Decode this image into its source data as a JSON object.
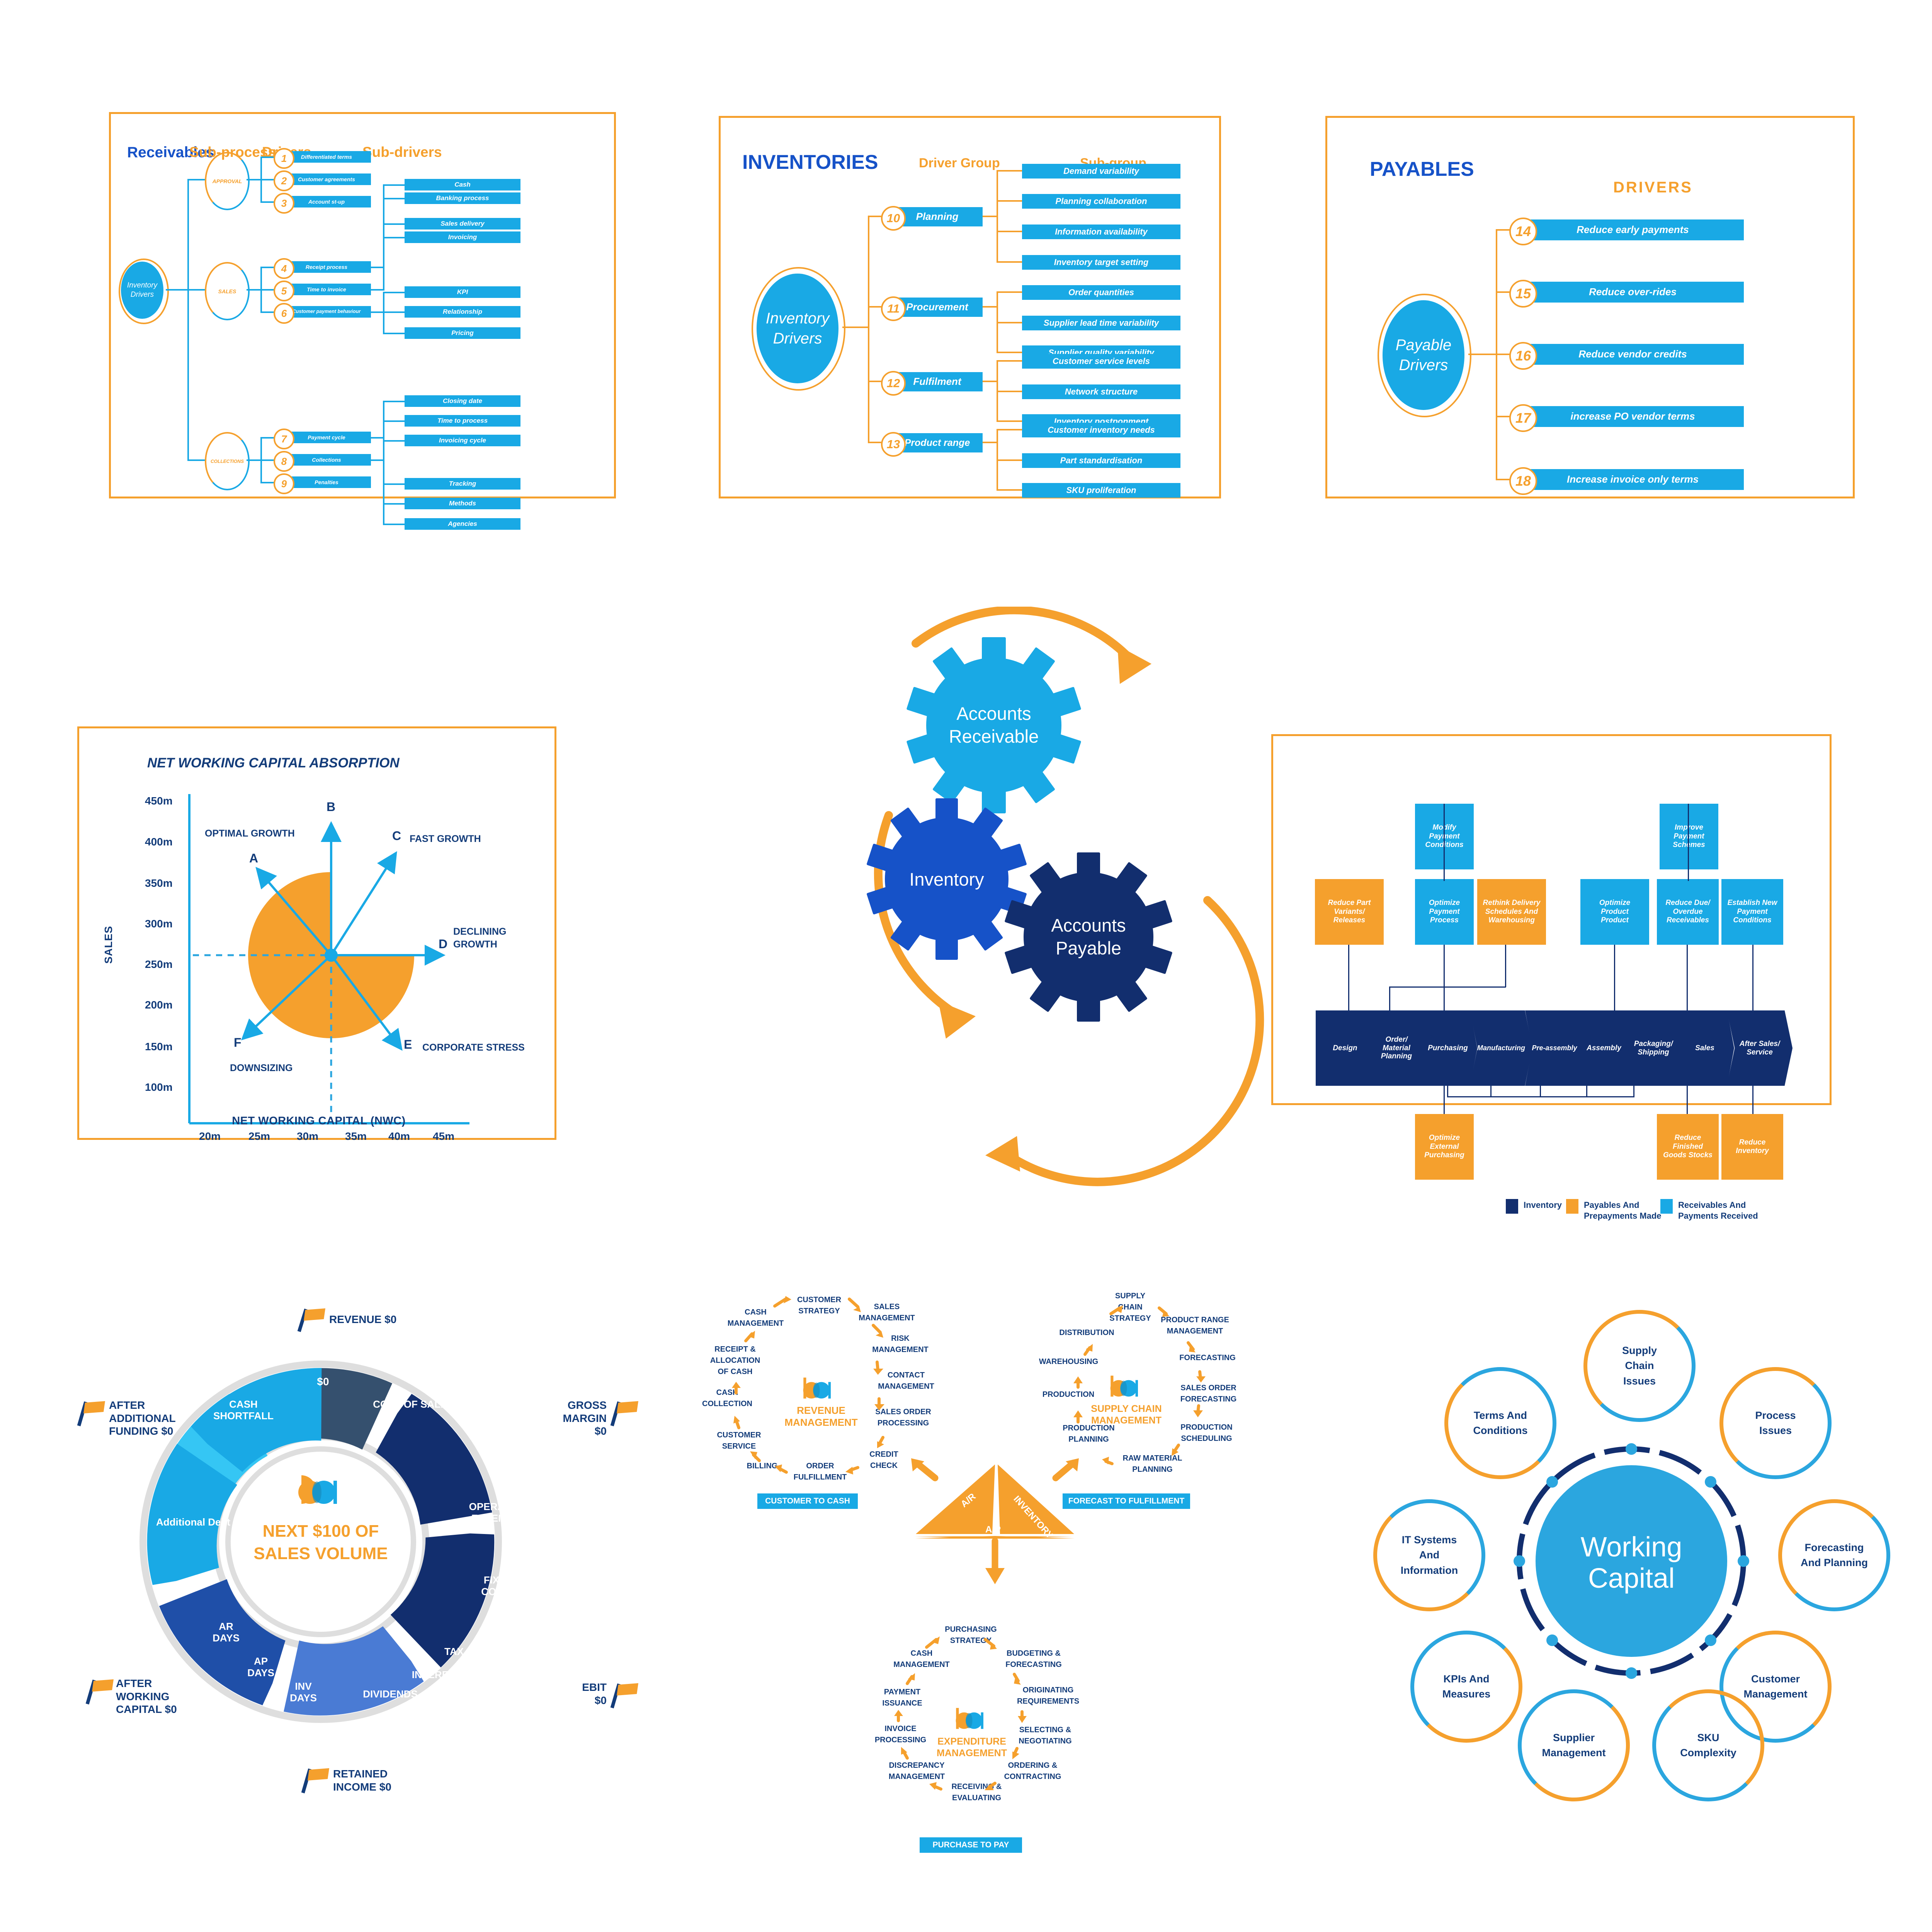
{
  "colors": {
    "orange": "#F5A02D",
    "lightblue": "#19A9E5",
    "midblue": "#1652C8",
    "navy": "#122E6E",
    "darkslate": "#35506E",
    "royal": "#1F4FA8",
    "periwinkle": "#4A7BD4",
    "cyan": "#35C6F4",
    "grey": "#DEDEDE"
  },
  "receivables": {
    "title": "Receivables",
    "col_headers": [
      "Sub-process",
      "Drivers",
      "Sub-drivers"
    ],
    "root": "Inventory\nDrivers",
    "root_line1": "Inventory",
    "root_line2": "Drivers",
    "subprocesses": [
      "APPROVAL",
      "SALES",
      "COLLECTIONS"
    ],
    "drivers": [
      {
        "n": "1",
        "label": "Differentiated terms"
      },
      {
        "n": "2",
        "label": "Customer agreements"
      },
      {
        "n": "3",
        "label": "Account st-up"
      },
      {
        "n": "4",
        "label": "Receipt process"
      },
      {
        "n": "5",
        "label": "Time to invoice"
      },
      {
        "n": "6",
        "label": "Customer payment behaviour"
      },
      {
        "n": "7",
        "label": "Payment cycle"
      },
      {
        "n": "8",
        "label": "Collections"
      },
      {
        "n": "9",
        "label": "Penalties"
      }
    ],
    "subdrivers_g1": [
      "Cash",
      "Banking process"
    ],
    "subdrivers_g2": [
      "Sales delivery",
      "Invoicing"
    ],
    "subdrivers_g3": [
      "KPI",
      "Relationship",
      "Pricing"
    ],
    "subdrivers_g4": [
      "Closing date",
      "Time to process",
      "Invoicing cycle"
    ],
    "subdrivers_g5": [
      "Tracking",
      "Methods",
      "Agencies"
    ]
  },
  "inventories": {
    "title": "INVENTORIES",
    "col_headers": [
      "Driver Group",
      "Sub-group"
    ],
    "root_line1": "Inventory",
    "root_line2": "Drivers",
    "groups": [
      {
        "n": "10",
        "label": "Planning",
        "subs": [
          "Demand variability",
          "Planning collaboration",
          "Information availability",
          "Inventory target setting"
        ]
      },
      {
        "n": "11",
        "label": "Procurement",
        "subs": [
          "Order quantities",
          "Supplier lead time variability",
          "Supplier quality variability"
        ]
      },
      {
        "n": "12",
        "label": "Fulfilment",
        "subs": [
          "Customer service levels",
          "Network structure",
          "Inventory postponment"
        ]
      },
      {
        "n": "13",
        "label": "Product range",
        "subs": [
          "Customer inventory needs",
          "Part standardisation",
          "SKU proliferation"
        ]
      }
    ]
  },
  "payables": {
    "title": "PAYABLES",
    "col_header": "DRIVERS",
    "root_line1": "Payable",
    "root_line2": "Drivers",
    "drivers": [
      {
        "n": "14",
        "label": "Reduce early payments"
      },
      {
        "n": "15",
        "label": "Reduce over-rides"
      },
      {
        "n": "16",
        "label": "Reduce vendor credits"
      },
      {
        "n": "17",
        "label": "increase PO vendor terms"
      },
      {
        "n": "18",
        "label": "Increase invoice only terms"
      }
    ]
  },
  "chart_data": {
    "type": "scatter",
    "title": "NET WORKING CAPITAL ABSORPTION",
    "xlabel": "NET WORKING CAPITAL (NWC)",
    "ylabel": "SALES",
    "xticks": [
      "20m",
      "25m",
      "30m",
      "35m",
      "40m",
      "45m"
    ],
    "yticks": [
      "450m",
      "400m",
      "350m",
      "300m",
      "250m",
      "200m",
      "150m",
      "100m"
    ],
    "xlim": [
      17.5,
      47.5
    ],
    "ylim": [
      75,
      475
    ],
    "origin": {
      "x": 33,
      "y": 275
    },
    "vectors": [
      {
        "id": "A",
        "label": "OPTIMAL GROWTH",
        "angle_deg": 135
      },
      {
        "id": "B",
        "label": "",
        "angle_deg": 90
      },
      {
        "id": "C",
        "label": "FAST GROWTH",
        "angle_deg": 45
      },
      {
        "id": "D",
        "label": "DECLINING GROWTH",
        "angle_deg": 0
      },
      {
        "id": "E",
        "label": "CORPORATE STRESS",
        "angle_deg": -45
      },
      {
        "id": "F",
        "label": "DOWNSIZING",
        "angle_deg": -135
      }
    ],
    "shaded_region": "orange three-quarter disc spanning 90deg to 360deg (clockwise from B through A, F, E to D)"
  },
  "gears": {
    "items": [
      {
        "id": "accounts-receivable",
        "line1": "Accounts",
        "line2": "Receivable",
        "color": "#19A9E5"
      },
      {
        "id": "inventory",
        "line1": "Inventory",
        "line2": "",
        "color": "#1652C8"
      },
      {
        "id": "accounts-payable",
        "line1": "Accounts",
        "line2": "Payable",
        "color": "#122E6E"
      }
    ]
  },
  "supply_chain": {
    "stages": [
      "Design",
      "Order/\nMaterial\nPlanning",
      "Purchasing",
      "Manufacturing",
      "Pre-assembly",
      "Assembly",
      "Packaging/\nShipping",
      "Sales",
      "After Sales/\nService"
    ],
    "stage_list": [
      {
        "l1": "Design",
        "l2": "",
        "l3": ""
      },
      {
        "l1": "Order/",
        "l2": "Material",
        "l3": "Planning"
      },
      {
        "l1": "Purchasing",
        "l2": "",
        "l3": ""
      },
      {
        "l1": "Manufacturing",
        "l2": "",
        "l3": ""
      },
      {
        "l1": "Pre-assembly",
        "l2": "",
        "l3": ""
      },
      {
        "l1": "Assembly",
        "l2": "",
        "l3": ""
      },
      {
        "l1": "Packaging/",
        "l2": "Shipping",
        "l3": ""
      },
      {
        "l1": "Sales",
        "l2": "",
        "l3": ""
      },
      {
        "l1": "After Sales/",
        "l2": "Service",
        "l3": ""
      }
    ],
    "top_row2": [
      {
        "label": "Reduce Part Variants/ Releases",
        "color": "#F5A02D",
        "l1": "Reduce Part",
        "l2": "Variants/",
        "l3": "Releases"
      },
      {
        "label": "Optimize Payment Process",
        "color": "#19A9E5",
        "l1": "Optimize",
        "l2": "Payment",
        "l3": "Process"
      },
      {
        "label": "Rethink Delivery Schedules And Warehousing",
        "color": "#F5A02D",
        "l1": "Rethink Delivery",
        "l2": "Schedules And",
        "l3": "Warehousing"
      },
      {
        "label": "Optimize Product Product",
        "color": "#19A9E5",
        "l1": "Optimize",
        "l2": "Product",
        "l3": "Product"
      },
      {
        "label": "Reduce Due/ Overdue Receivables",
        "color": "#19A9E5",
        "l1": "Reduce Due/",
        "l2": "Overdue",
        "l3": "Receivables"
      },
      {
        "label": "Establish New Payment Conditions",
        "color": "#19A9E5",
        "l1": "Establish New",
        "l2": "Payment",
        "l3": "Conditions"
      }
    ],
    "top_row1": [
      {
        "label": "Modify Payment Conditions",
        "color": "#19A9E5",
        "l1": "Modify",
        "l2": "Payment",
        "l3": "Conditions"
      },
      {
        "label": "Improve Payment Schemes",
        "color": "#19A9E5",
        "l1": "Improve",
        "l2": "Payment",
        "l3": "Schemes"
      }
    ],
    "bottom_row": [
      {
        "label": "Optimize External Purchasing",
        "color": "#F5A02D",
        "l1": "Optimize",
        "l2": "External",
        "l3": "Purchasing"
      },
      {
        "label": "Reduce Finished Goods Stocks",
        "color": "#F5A02D",
        "l1": "Reduce",
        "l2": "Finished",
        "l3": "Goods Stocks"
      },
      {
        "label": "Reduce Inventory",
        "color": "#F5A02D",
        "l1": "Reduce",
        "l2": "Inventory",
        "l3": ""
      }
    ],
    "legend": [
      {
        "label1": "Inventory",
        "label2": "",
        "color": "#122E6E"
      },
      {
        "label1": "Payables And",
        "label2": "Prepayments Made",
        "color": "#F5A02D"
      },
      {
        "label1": "Receivables And",
        "label2": "Payments Received",
        "color": "#19A9E5"
      }
    ]
  },
  "donut": {
    "center_line1": "NEXT $100 OF",
    "center_line2": "SALES VOLUME",
    "segments": [
      {
        "id": "value-top",
        "label": "$0",
        "color": "#35C6F4"
      },
      {
        "id": "cost-of-sales",
        "label": "COST OF SALES",
        "color": "#35506E"
      },
      {
        "id": "operating-expenses",
        "label": "OPERATING EXPENSES",
        "color": "#122E6E"
      },
      {
        "id": "fixed-costs",
        "label": "FIXED COSTS",
        "color": "#122E6E"
      },
      {
        "id": "tax",
        "label": "TAX",
        "color": "#4A7BD4"
      },
      {
        "id": "interest",
        "label": "INTEREST",
        "color": "#4A7BD4"
      },
      {
        "id": "dividends",
        "label": "DIVIDENDS",
        "color": "#4A7BD4"
      },
      {
        "id": "inv-days",
        "label": "INV DAYS",
        "color": "#1F4FA8"
      },
      {
        "id": "ap-days",
        "label": "AP DAYS",
        "color": "#1F4FA8"
      },
      {
        "id": "ar-days",
        "label": "AR DAYS",
        "color": "#1F4FA8"
      },
      {
        "id": "additional-debt",
        "label": "Additional Debt",
        "color": "#19A9E5"
      },
      {
        "id": "cash-shortfall",
        "label": "CASH SHORTFALL",
        "color": "#19A9E5"
      }
    ],
    "flags": [
      {
        "id": "revenue",
        "l1": "REVENUE $0",
        "l2": "",
        "l3": ""
      },
      {
        "id": "gross-margin",
        "l1": "GROSS",
        "l2": "MARGIN",
        "l3": "$0"
      },
      {
        "id": "ebit",
        "l1": "EBIT",
        "l2": "$0",
        "l3": ""
      },
      {
        "id": "retained-income",
        "l1": "RETAINED",
        "l2": "INCOME $0",
        "l3": ""
      },
      {
        "id": "after-working-capital",
        "l1": "AFTER",
        "l2": "WORKING",
        "l3": "CAPITAL $0"
      },
      {
        "id": "after-additional-funding",
        "l1": "AFTER",
        "l2": "ADDITIONAL",
        "l3": "FUNDING $0"
      }
    ]
  },
  "cycles": {
    "triangle": {
      "ar": "A/R",
      "inventory": "INVENTORY",
      "ap": "A/P"
    },
    "revenue": {
      "title_l1": "REVENUE",
      "title_l2": "MANAGEMENT",
      "button": "CUSTOMER TO CASH",
      "steps": [
        "CUSTOMER STRATEGY",
        "SALES MANAGEMENT",
        "RISK MANAGEMENT",
        "CONTACT MANAGEMENT",
        "SALES ORDER PROCESSING",
        "CREDIT CHECK",
        "ORDER FULFILLMENT",
        "BILLING",
        "CUSTOMER SERVICE",
        "CASH COLLECTION",
        "RECEIPT & ALLOCATION OF CASH",
        "CASH MANAGEMENT"
      ],
      "steps_wrapped": [
        {
          "l1": "CUSTOMER",
          "l2": "STRATEGY"
        },
        {
          "l1": "SALES",
          "l2": "MANAGEMENT"
        },
        {
          "l1": "RISK",
          "l2": "MANAGEMENT"
        },
        {
          "l1": "CONTACT",
          "l2": "MANAGEMENT"
        },
        {
          "l1": "SALES ORDER",
          "l2": "PROCESSING"
        },
        {
          "l1": "CREDIT",
          "l2": "CHECK"
        },
        {
          "l1": "ORDER",
          "l2": "FULFILLMENT"
        },
        {
          "l1": "BILLING",
          "l2": ""
        },
        {
          "l1": "CUSTOMER",
          "l2": "SERVICE"
        },
        {
          "l1": "CASH",
          "l2": "COLLECTION"
        },
        {
          "l1": "RECEIPT &",
          "l2": "ALLOCATION",
          "l3": "OF CASH"
        },
        {
          "l1": "CASH",
          "l2": "MANAGEMENT"
        }
      ]
    },
    "supply": {
      "title_l1": "SUPPLY CHAIN",
      "title_l2": "MANAGEMENT",
      "button": "FORECAST TO FULFILLMENT",
      "steps_wrapped": [
        {
          "l1": "SUPPLY",
          "l2": "CHAIN",
          "l3": "STRATEGY"
        },
        {
          "l1": "PRODUCT RANGE",
          "l2": "MANAGEMENT"
        },
        {
          "l1": "FORECASTING",
          "l2": ""
        },
        {
          "l1": "SALES ORDER",
          "l2": "FORECASTING"
        },
        {
          "l1": "PRODUCTION",
          "l2": "SCHEDULING"
        },
        {
          "l1": "RAW MATERIAL",
          "l2": "PLANNING"
        },
        {
          "l1": "PRODUCTION",
          "l2": "PLANNING"
        },
        {
          "l1": "PRODUCTION",
          "l2": ""
        },
        {
          "l1": "WAREHOUSING",
          "l2": ""
        },
        {
          "l1": "DISTRIBUTION",
          "l2": ""
        }
      ]
    },
    "expenditure": {
      "title_l1": "EXPENDITURE",
      "title_l2": "MANAGEMENT",
      "button": "PURCHASE TO PAY",
      "steps_wrapped": [
        {
          "l1": "PURCHASING",
          "l2": "STRATEGY"
        },
        {
          "l1": "BUDGETING &",
          "l2": "FORECASTING"
        },
        {
          "l1": "ORIGINATING",
          "l2": "REQUIREMENTS"
        },
        {
          "l1": "SELECTING &",
          "l2": "NEGOTIATING"
        },
        {
          "l1": "ORDERING &",
          "l2": "CONTRACTING"
        },
        {
          "l1": "RECEIVING &",
          "l2": "EVALUATING"
        },
        {
          "l1": "DISCREPANCY",
          "l2": "MANAGEMENT"
        },
        {
          "l1": "INVOICE",
          "l2": "PROCESSING"
        },
        {
          "l1": "PAYMENT",
          "l2": "ISSUANCE"
        },
        {
          "l1": "CASH",
          "l2": "MANAGEMENT"
        }
      ]
    }
  },
  "working_capital": {
    "center_l1": "Working",
    "center_l2": "Capital",
    "bubbles": [
      {
        "id": "supply-chain-issues",
        "l1": "Supply",
        "l2": "Chain",
        "l3": "Issues"
      },
      {
        "id": "process-issues",
        "l1": "Process",
        "l2": "Issues",
        "l3": ""
      },
      {
        "id": "forecasting-and-planning",
        "l1": "Forecasting",
        "l2": "And Planning",
        "l3": ""
      },
      {
        "id": "customer-management",
        "l1": "Customer",
        "l2": "Management",
        "l3": ""
      },
      {
        "id": "sku-complexity",
        "l1": "SKU",
        "l2": "Complexity",
        "l3": ""
      },
      {
        "id": "supplier-management",
        "l1": "Supplier",
        "l2": "Management",
        "l3": ""
      },
      {
        "id": "kpis-and-measures",
        "l1": "KPIs And",
        "l2": "Measures",
        "l3": ""
      },
      {
        "id": "it-systems-and-information",
        "l1": "IT Systems",
        "l2": "And",
        "l3": "Information"
      },
      {
        "id": "terms-and-conditions",
        "l1": "Terms And",
        "l2": "Conditions",
        "l3": ""
      }
    ]
  }
}
